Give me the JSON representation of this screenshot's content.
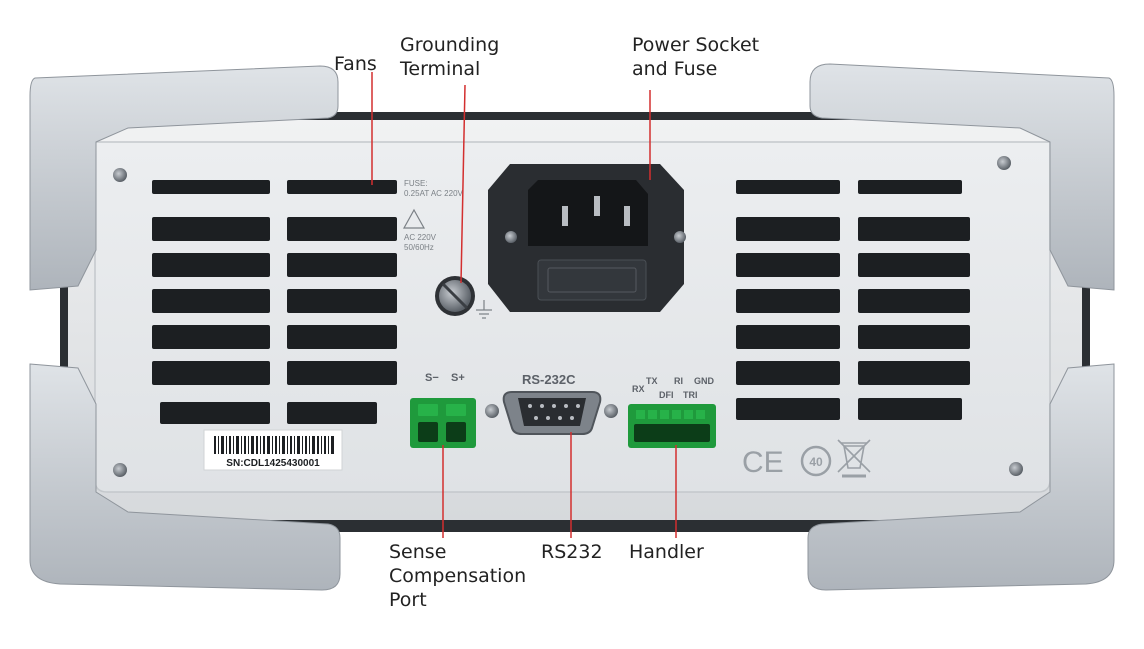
{
  "callouts": {
    "fans": "Fans",
    "grounding_terminal": "Grounding\nTerminal",
    "power_socket_fuse": "Power Socket\nand Fuse",
    "sense_port": "Sense\nCompensation\nPort",
    "rs232": "RS232",
    "handler": "Handler"
  },
  "panel_labels": {
    "fuse_line1": "FUSE:",
    "fuse_line2": "0.25AT AC 220V",
    "ac_line1": "AC 220V",
    "ac_line2": "50/60Hz",
    "sense_minus": "S−",
    "sense_plus": "S+",
    "rs232c": "RS-232C",
    "pin_rx": "RX",
    "pin_tx": "TX",
    "pin_dfi": "DFI",
    "pin_ri": "RI",
    "pin_tri": "TRI",
    "pin_gnd": "GND",
    "serial_number": "SN:CDL1425430001",
    "ce_mark": "CE",
    "epup_mark": "40"
  },
  "colors": {
    "leader_line": "#d32f2f",
    "terminal_green": "#1f9a3c",
    "bumper_gray": "#c9ced4",
    "panel_gray": "#e6e8ea"
  }
}
